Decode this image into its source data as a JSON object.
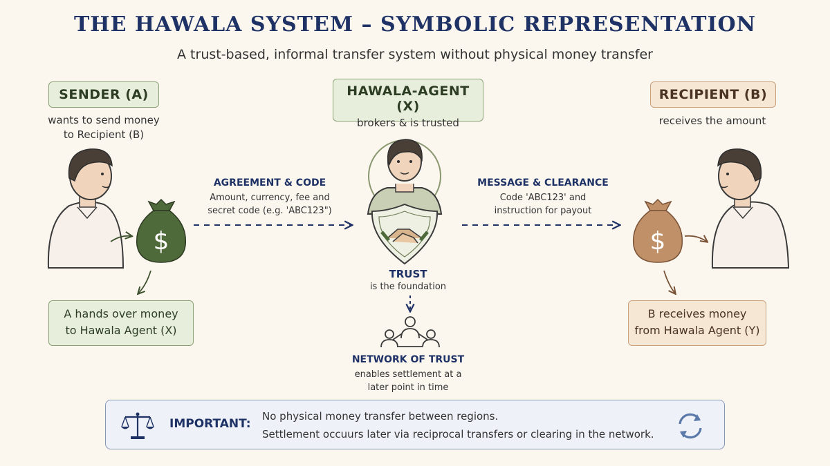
{
  "header": {
    "title": "THE HAWALA SYSTEM – SYMBOLIC REPRESENTATION",
    "subtitle": "A trust-based, informal transfer system without physical money transfer"
  },
  "sender": {
    "label": "SENDER (A)",
    "desc_line1": "wants to send money",
    "desc_line2": "to Recipient (B)",
    "action_line1": "A hands over money",
    "action_line2": "to Hawala Agent (X)"
  },
  "agent": {
    "label": "HAWALA-AGENT (X)",
    "sublabel": "brokers & is trusted",
    "trust_title": "TRUST",
    "trust_sub": "is the foundation",
    "network_title": "NETWORK OF TRUST",
    "network_line1": "enables settlement at a",
    "network_line2": "later point in time"
  },
  "recipient": {
    "label": "RECIPIENT (B)",
    "desc": "receives the amount",
    "action_line1": "B receives money",
    "action_line2": "from Hawala Agent (Y)"
  },
  "left_arrow": {
    "title": "AGREEMENT & CODE",
    "line1": "Amount, currency, fee and",
    "line2": "secret code (e.g. 'ABC123\")"
  },
  "right_arrow": {
    "title": "MESSAGE & CLEARANCE",
    "line1": "Code 'ABC123' and",
    "line2": "instruction for payout"
  },
  "money_symbol": "$",
  "important": {
    "label": "IMPORTANT:",
    "line1": "No physical money transfer between regions.",
    "line2": "Settlement occuurs later via reciprocal transfers or clearing in the network."
  },
  "icons": [
    "person-icon",
    "money-bag-icon",
    "handshake-shield-icon",
    "network-icon",
    "scales-icon",
    "refresh-cycle-icon"
  ],
  "colors": {
    "title": "#1f3266",
    "green_bag": "#4f6a3a",
    "tan_bag": "#c09168",
    "arrow_dash": "#1f3266"
  }
}
